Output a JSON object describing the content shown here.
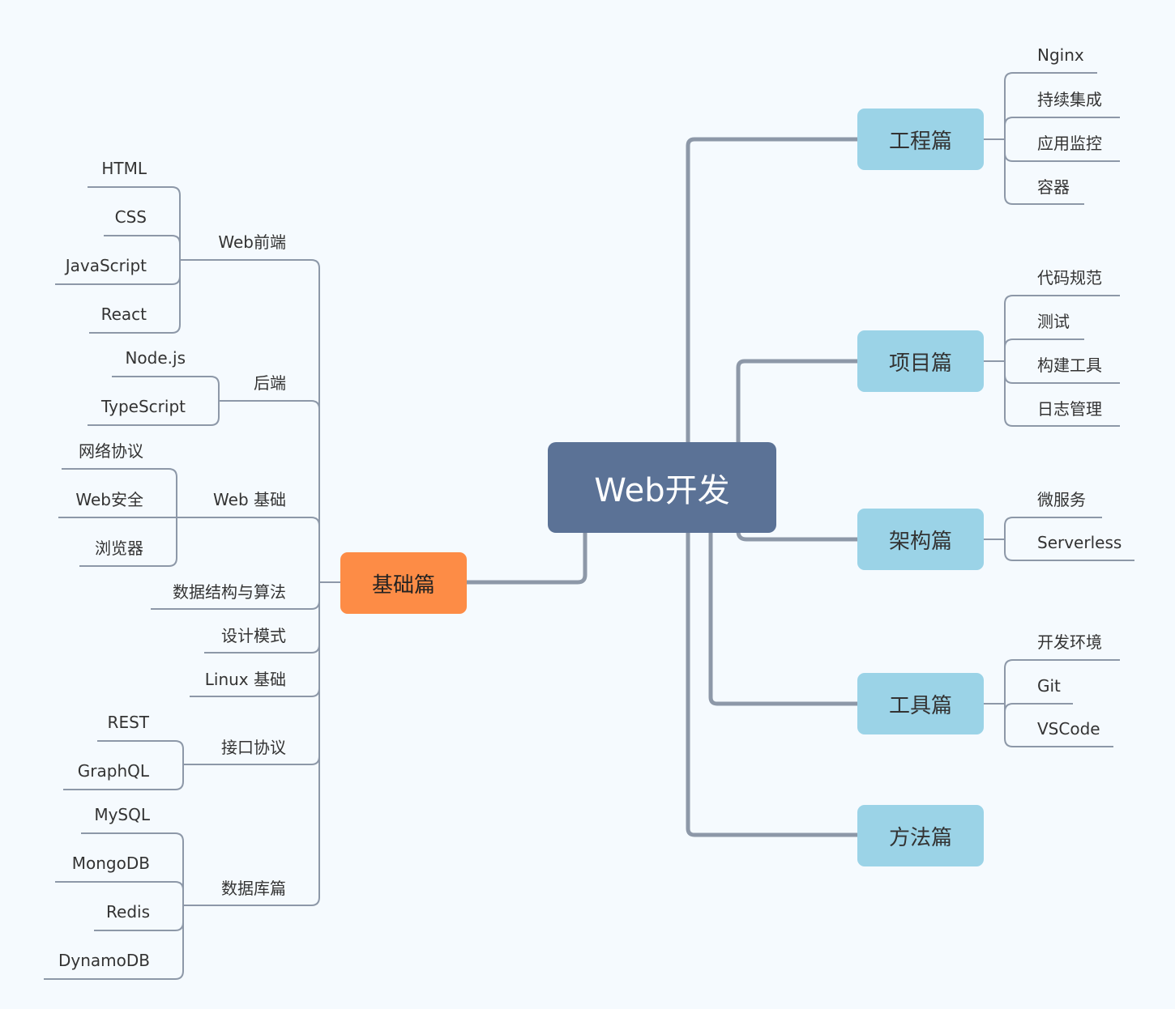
{
  "root": {
    "label": "Web开发"
  },
  "foundation": {
    "label": "基础篇",
    "groups": [
      {
        "label": "Web前端",
        "items": [
          "HTML",
          "CSS",
          "JavaScript",
          "React"
        ]
      },
      {
        "label": "后端",
        "items": [
          "Node.js",
          "TypeScript"
        ]
      },
      {
        "label": "Web 基础",
        "items": [
          "网络协议",
          "Web安全",
          "浏览器"
        ]
      },
      {
        "label": "数据结构与算法",
        "items": []
      },
      {
        "label": "设计模式",
        "items": []
      },
      {
        "label": "Linux 基础",
        "items": []
      },
      {
        "label": "接口协议",
        "items": [
          "REST",
          "GraphQL"
        ]
      },
      {
        "label": "数据库篇",
        "items": [
          "MySQL",
          "MongoDB",
          "Redis",
          "DynamoDB"
        ]
      }
    ]
  },
  "branches": [
    {
      "label": "工程篇",
      "items": [
        "Nginx",
        "持续集成",
        "应用监控",
        "容器"
      ]
    },
    {
      "label": "项目篇",
      "items": [
        "代码规范",
        "测试",
        "构建工具",
        "日志管理"
      ]
    },
    {
      "label": "架构篇",
      "items": [
        "微服务",
        "Serverless"
      ]
    },
    {
      "label": "工具篇",
      "items": [
        "开发环境",
        "Git",
        "VSCode"
      ]
    },
    {
      "label": "方法篇",
      "items": []
    }
  ],
  "colors": {
    "background": "#f5fafe",
    "root": "#5b7296",
    "foundation": "#fd8c46",
    "branch": "#9bd3e7",
    "line": "#8d98a8"
  }
}
